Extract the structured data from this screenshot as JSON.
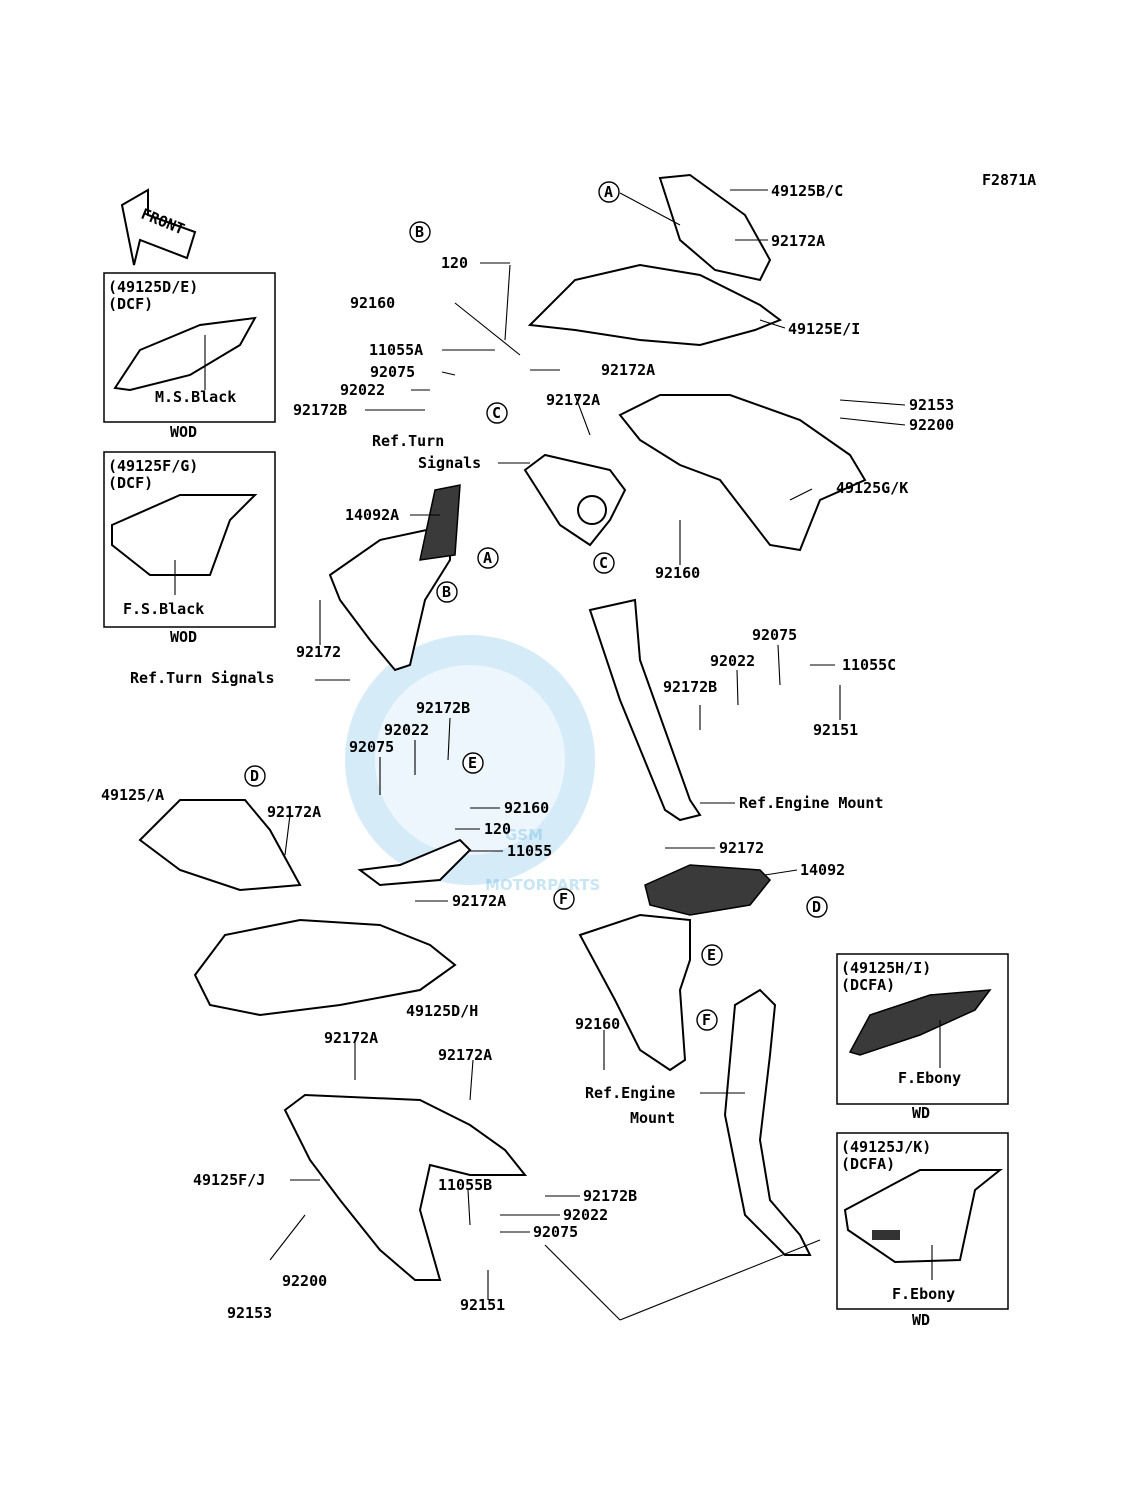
{
  "diagram_code": "F2871A",
  "front_label": "FRONT",
  "watermark": {
    "brand": "GSM",
    "sub": "MOTORPARTS"
  },
  "inset_boxes": [
    {
      "title": "(49125D/E)",
      "sub": "(DCF)",
      "color": "M.S.Black",
      "variant": "WOD"
    },
    {
      "title": "(49125F/G)",
      "sub": "(DCF)",
      "color": "F.S.Black",
      "variant": "WOD"
    },
    {
      "title": "(49125H/I)",
      "sub": "(DCFA)",
      "color": "F.Ebony",
      "variant": "WD"
    },
    {
      "title": "(49125J/K)",
      "sub": "(DCFA)",
      "color": "F.Ebony",
      "variant": "WD"
    }
  ],
  "part_labels": [
    "49125B/C",
    "92172A",
    "49125E/I",
    "120",
    "92160",
    "11055A",
    "92075",
    "92022",
    "92172B",
    "92172A",
    "92172A",
    "92153",
    "92200",
    "Ref.Turn",
    "Signals",
    "49125G/K",
    "14092A",
    "92160",
    "92172",
    "Ref.Turn Signals",
    "92075",
    "92022",
    "11055C",
    "92172B",
    "92151",
    "92172B",
    "92022",
    "92075",
    "49125/A",
    "92172A",
    "92160",
    "120",
    "11055",
    "Ref.Engine Mount",
    "92172",
    "14092",
    "92172A",
    "49125D/H",
    "92160",
    "92172A",
    "92172A",
    "Ref.Engine",
    "Mount",
    "49125F/J",
    "11055B",
    "92172B",
    "92022",
    "92075",
    "92200",
    "92153",
    "92151"
  ],
  "callouts": [
    "A",
    "B",
    "C",
    "A",
    "B",
    "C",
    "D",
    "E",
    "F",
    "D",
    "E",
    "F"
  ]
}
